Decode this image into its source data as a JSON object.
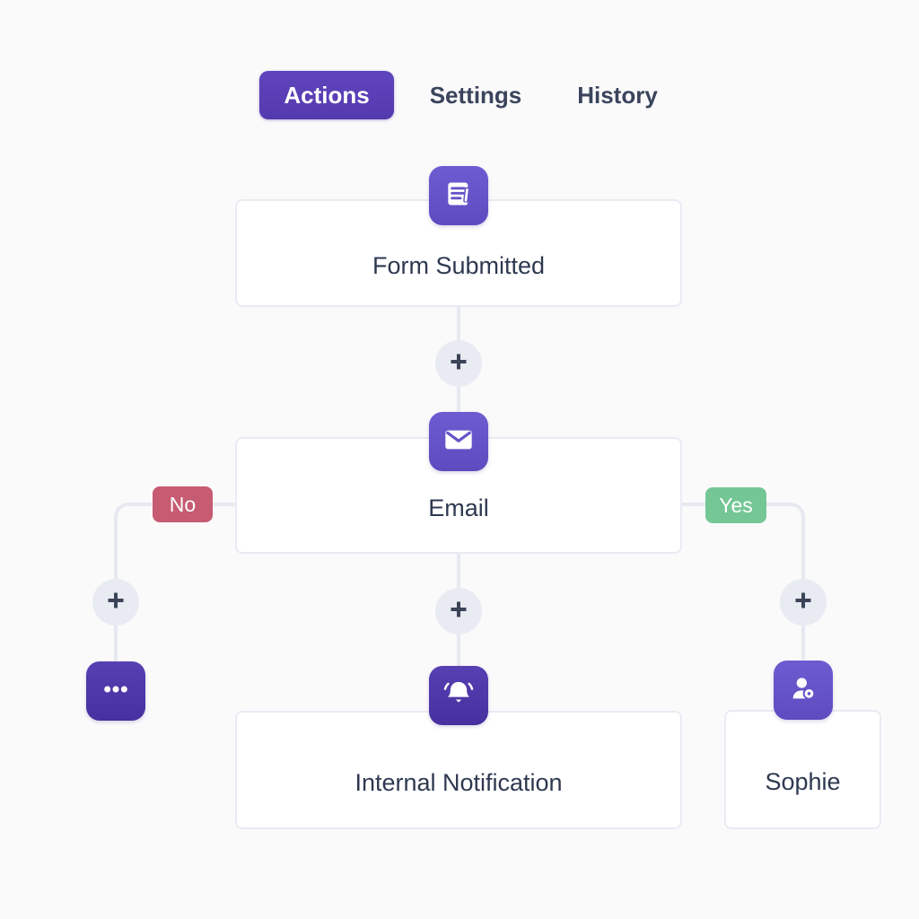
{
  "tabs": [
    {
      "label": "Actions",
      "active": true
    },
    {
      "label": "Settings",
      "active": false
    },
    {
      "label": "History",
      "active": false
    }
  ],
  "flow": {
    "trigger": {
      "label": "Form Submitted",
      "icon": "form-icon"
    },
    "email": {
      "label": "Email",
      "icon": "mail-icon"
    },
    "notification": {
      "label": "Internal Notification",
      "icon": "bell-icon"
    },
    "assignee": {
      "label": "Sophie",
      "icon": "person-badge-icon"
    },
    "more": {
      "icon": "ellipsis-icon"
    },
    "branches": {
      "no": "No",
      "yes": "Yes"
    },
    "add_button": "+"
  },
  "colors": {
    "accent_purple": "#6554c8",
    "dark_purple": "#4e35a9",
    "tab_active_bg": "#5a3db6",
    "branch_no": "#c65b72",
    "branch_yes": "#74c795",
    "connector": "#e7e9f1",
    "node_border": "#e9ebf3",
    "text_dark": "#2e3950",
    "background": "#fbfafb"
  }
}
